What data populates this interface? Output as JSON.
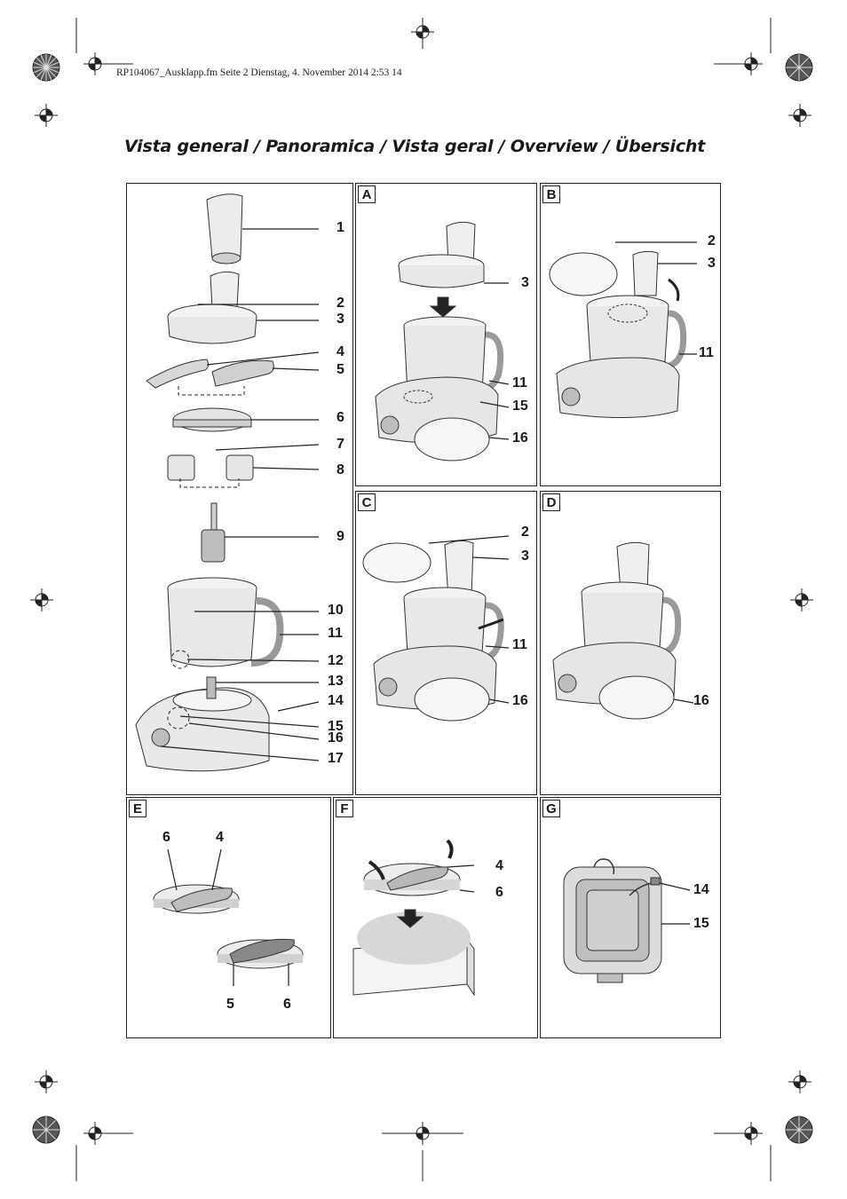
{
  "header": {
    "file_info": "RP104067_Ausklapp.fm  Seite 2  Dienstag, 4. November 2014  2:53 14"
  },
  "title": "Vista general / Panoramica / Vista geral / Overview / Übersicht",
  "overview": {
    "labels": [
      "1",
      "2",
      "3",
      "4",
      "5",
      "6",
      "7",
      "8",
      "9",
      "10",
      "11",
      "12",
      "13",
      "14",
      "15",
      "16",
      "17"
    ]
  },
  "panels": {
    "A": {
      "letter": "A",
      "labels": [
        "3",
        "11",
        "15",
        "16"
      ]
    },
    "B": {
      "letter": "B",
      "labels": [
        "2",
        "3",
        "11"
      ]
    },
    "C": {
      "letter": "C",
      "labels": [
        "2",
        "3",
        "11",
        "16"
      ]
    },
    "D": {
      "letter": "D",
      "labels": [
        "16"
      ]
    },
    "E": {
      "letter": "E",
      "labels": [
        "6",
        "4",
        "5",
        "6"
      ]
    },
    "F": {
      "letter": "F",
      "labels": [
        "4",
        "6"
      ]
    },
    "G": {
      "letter": "G",
      "labels": [
        "14",
        "15"
      ]
    }
  },
  "colors": {
    "ink": "#222222",
    "light_gray": "#d9d9d9",
    "mid_gray": "#a8a8a8",
    "dark_gray": "#6e6e6e"
  },
  "icons": [
    "registration-mark-icon",
    "color-target-icon"
  ]
}
